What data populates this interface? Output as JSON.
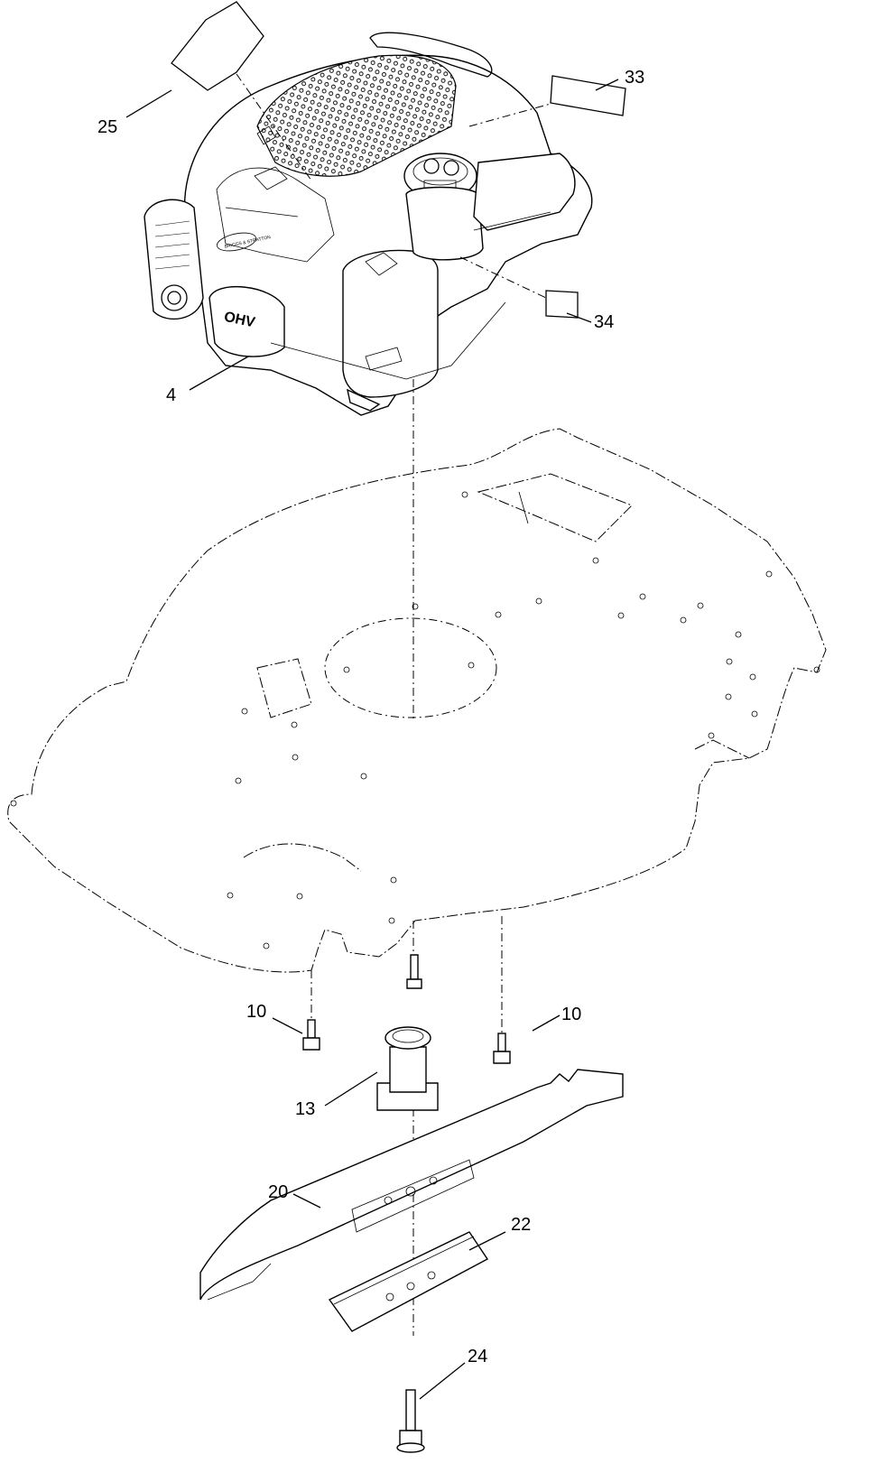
{
  "callouts": {
    "c25": "25",
    "c33": "33",
    "c34": "34",
    "c4": "4",
    "c10_left": "10",
    "c10_right": "10",
    "c13": "13",
    "c20": "20",
    "c22": "22",
    "c24": "24"
  },
  "engine_logo": "OHV",
  "engine_brand": "BRIGGS & STRATTON"
}
